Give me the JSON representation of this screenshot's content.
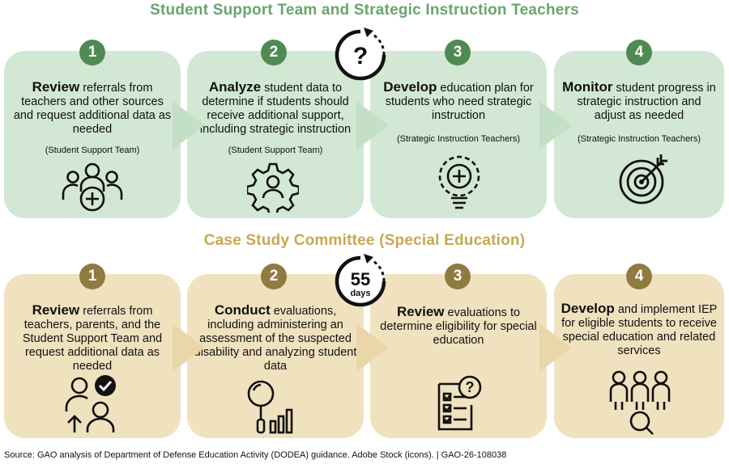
{
  "colors": {
    "green_title": "#6aa56c",
    "green_card": "#d2e7d4",
    "green_arrow": "#c3dfc6",
    "green_badge": "#4f8a52",
    "tan_title": "#c8a850",
    "tan_card": "#f0e2bf",
    "tan_arrow": "#e9d7aa",
    "tan_badge": "#8f7a40"
  },
  "section1": {
    "title": "Student Support Team and Strategic Instruction Teachers",
    "timer_label": "?",
    "steps": [
      {
        "number": "1",
        "verb": "Review",
        "text": " referrals from teachers and other sources and request additional data as needed",
        "owner": "(Student Support Team)",
        "icon": "team-plus-icon"
      },
      {
        "number": "2",
        "verb": "Analyze",
        "text": " student data to determine if students should receive additional support, including strategic instruction",
        "owner": "(Student Support Team)",
        "icon": "gear-person-icon"
      },
      {
        "number": "3",
        "verb": "Develop",
        "text": " education plan for students who need strategic instruction",
        "owner": "(Strategic Instruction Teachers)",
        "icon": "lightbulb-plus-icon"
      },
      {
        "number": "4",
        "verb": "Monitor",
        "text": " student progress in strategic instruction and adjust as needed",
        "owner": "(Strategic Instruction Teachers)",
        "icon": "target-arrow-icon"
      }
    ]
  },
  "section2": {
    "title": "Case Study Committee (Special Education)",
    "timer_number": "55",
    "timer_unit": "days",
    "steps": [
      {
        "number": "1",
        "verb": "Review",
        "text": " referrals from teachers, parents, and the Student Support Team and request additional data as needed",
        "icon": "people-check-icon"
      },
      {
        "number": "2",
        "verb": "Conduct",
        "text": " evaluations, including administering an assessment of the suspected disability and analyzing student data",
        "icon": "magnifier-chart-icon"
      },
      {
        "number": "3",
        "verb": "Review",
        "text": " evaluations to determine eligibility for special education",
        "icon": "checklist-question-icon"
      },
      {
        "number": "4",
        "verb": "Develop",
        "text": " and implement IEP for eligible students to receive special education and related services",
        "icon": "group-search-icon"
      }
    ]
  },
  "footer": "Source: GAO analysis of Department of Defense Education Activity (DODEA) guidance. Adobe Stock (icons).  |  GAO-26-108038"
}
